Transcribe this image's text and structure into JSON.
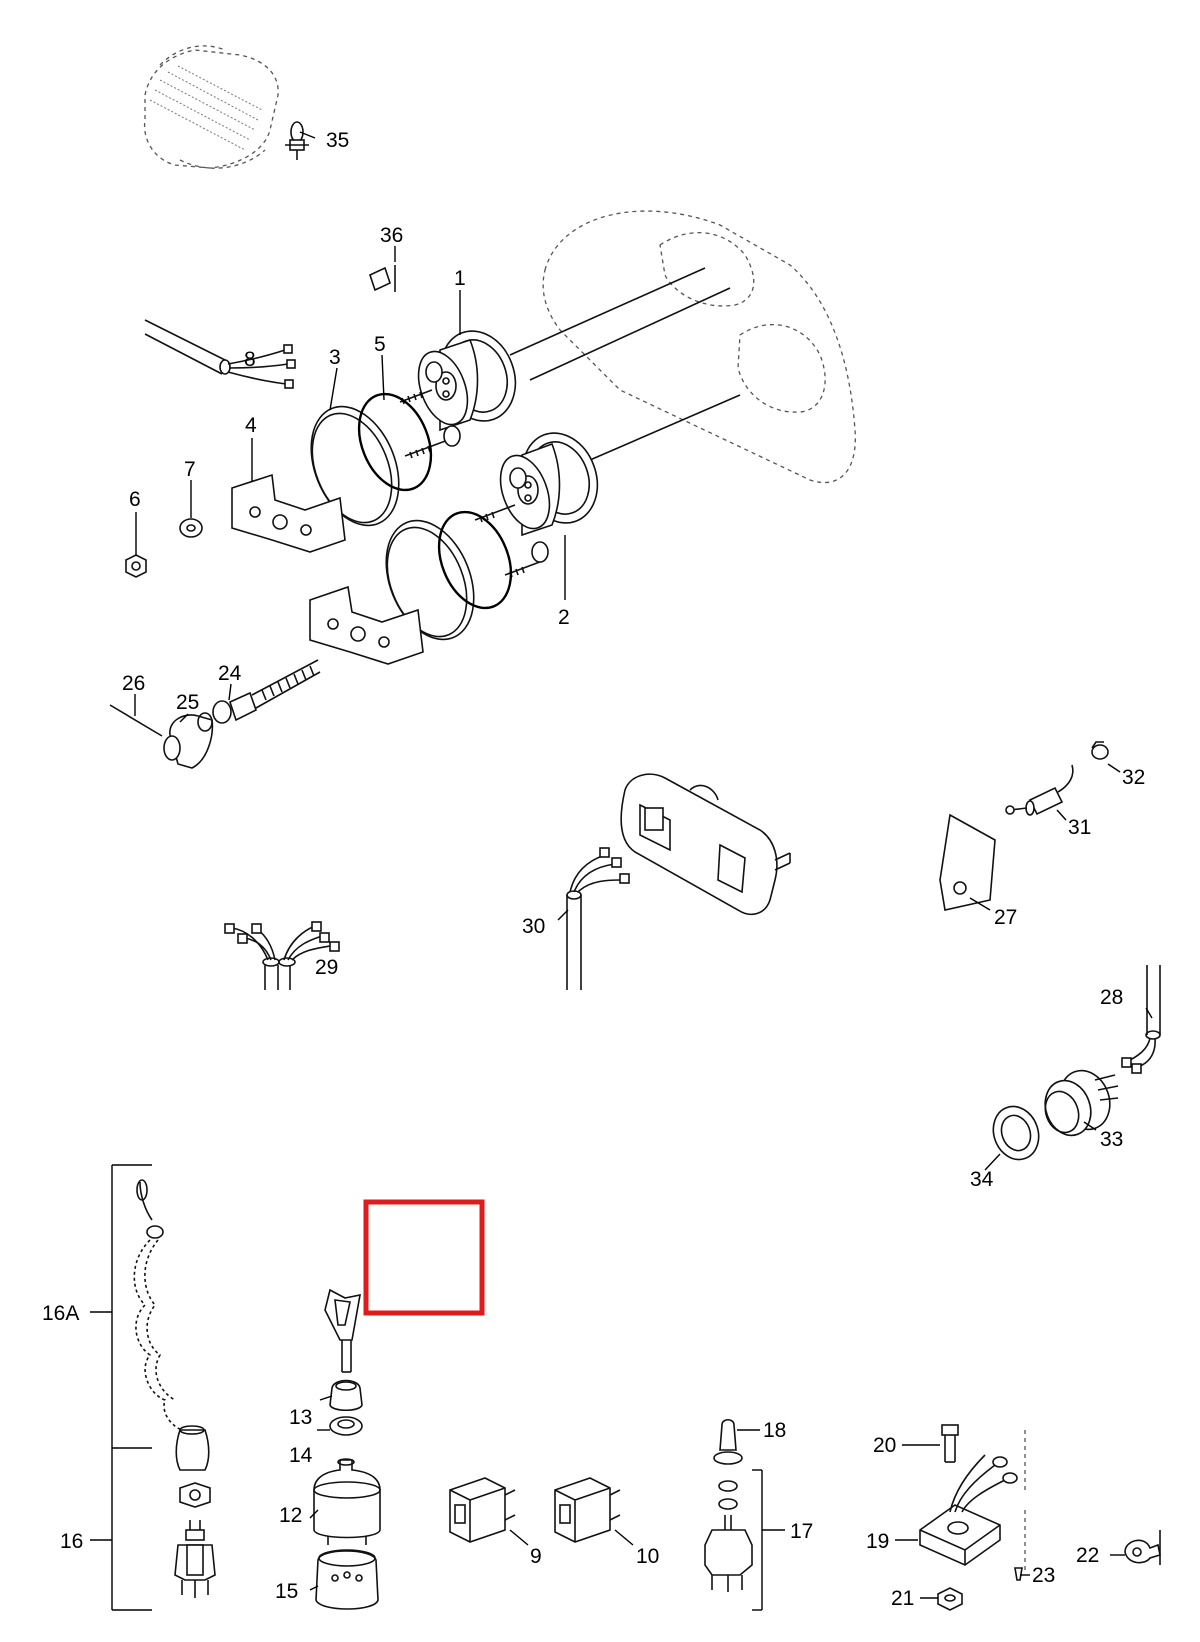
{
  "colors": {
    "line": "#111111",
    "background": "#ffffff",
    "highlight": "#e01b1b"
  },
  "labels": {
    "p1": "1",
    "p2": "2",
    "p3": "3",
    "p4": "4",
    "p5": "5",
    "p6": "6",
    "p7": "7",
    "p8": "8",
    "p9": "9",
    "p10": "10",
    "p12": "12",
    "p13": "13",
    "p14": "14",
    "p15": "15",
    "p16": "16",
    "p16a": "16A",
    "p17": "17",
    "p18": "18",
    "p19": "19",
    "p20": "20",
    "p21": "21",
    "p22": "22",
    "p23": "23",
    "p24": "24",
    "p25": "25",
    "p26": "26",
    "p27": "27",
    "p28": "28",
    "p29": "29",
    "p30": "30",
    "p31": "31",
    "p32": "32",
    "p33": "33",
    "p34": "34",
    "p35": "35",
    "p36": "36"
  }
}
